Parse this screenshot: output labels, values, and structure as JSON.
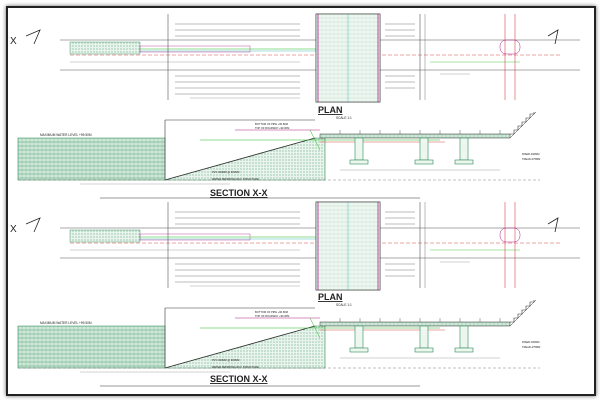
{
  "sheets": [
    {
      "plan_title": "PLAN",
      "plan_scale": "SCALE 1:1",
      "section_mark": "X",
      "section_title": "SECTION X-X",
      "notes": {
        "max_water_level": "MAXIMUM WATER LEVEL +99.50M",
        "bottom_of_pipe": "BOTTOM OF PIPE +96.80M",
        "top_of_roadway": "TOP OF ROADWAY +99.00M",
        "pvc": "PVC 450MM @ 900MM",
        "structure": "WATER DROPPING RCC STRUCTURE",
        "riser": "RISER-160MM",
        "tread": "TREAD-275MM"
      }
    },
    {
      "plan_title": "PLAN",
      "plan_scale": "SCALE 1:1",
      "section_mark": "X",
      "section_title": "SECTION X-X",
      "notes": {
        "max_water_level": "MAXIMUM WATER LEVEL +99.50M",
        "bottom_of_pipe": "BOTTOM OF PIPE +96.80M",
        "top_of_roadway": "TOP OF ROADWAY +99.00M",
        "pvc": "PVC 450MM @ 900MM",
        "structure": "WATER DROPPING RCC STRUCTURE",
        "riser": "RISER-160MM",
        "tread": "TREAD-275MM"
      }
    }
  ],
  "colors": {
    "water": "#2e8b57",
    "green_line": "#22bb22",
    "magenta": "#b0208c",
    "cyan": "#22aaaa",
    "red": "#cc2222",
    "ink": "#333333"
  }
}
